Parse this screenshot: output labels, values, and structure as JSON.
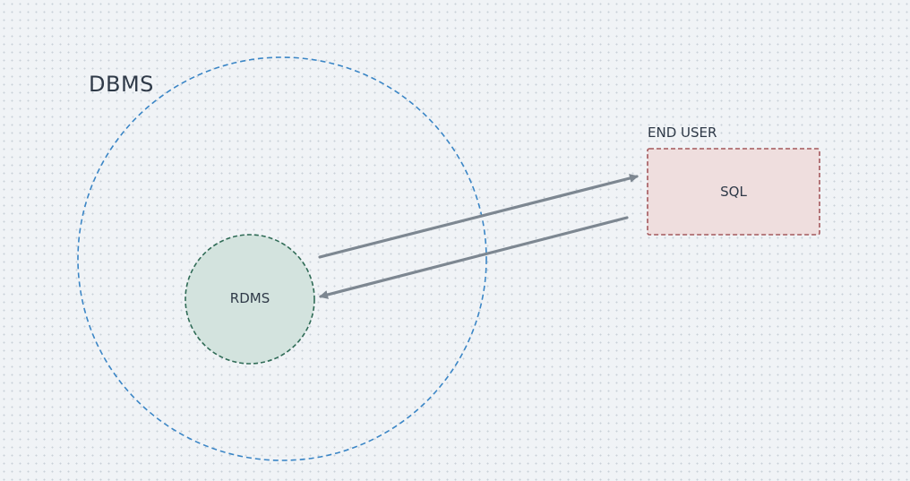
{
  "diagram": {
    "dbms": {
      "label": "DBMS",
      "stroke_color": "#3b86c6"
    },
    "rdms": {
      "label": "RDMS",
      "fill_color": "#d3e3de",
      "stroke_color": "#2f6b56"
    },
    "end_user": {
      "label": "END USER"
    },
    "sql": {
      "label": "SQL",
      "fill_color": "#efdede",
      "stroke_color": "#a4585c"
    },
    "arrows": [
      {
        "from": "RDMS",
        "to": "SQL",
        "color": "#7d8791"
      },
      {
        "from": "SQL",
        "to": "RDMS",
        "color": "#7d8791"
      }
    ]
  }
}
